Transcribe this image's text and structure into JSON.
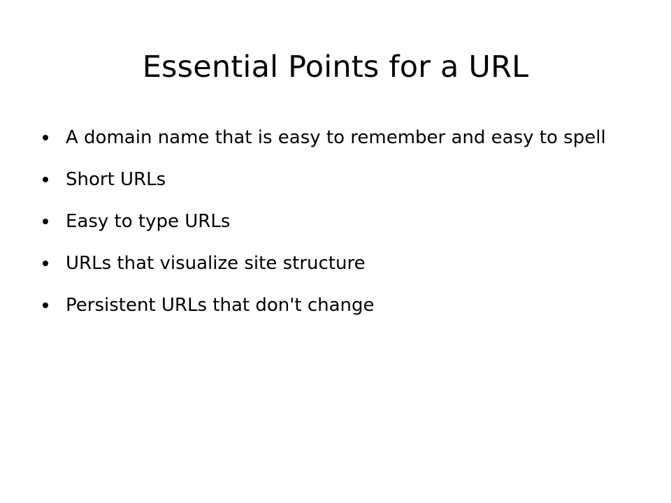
{
  "slide": {
    "title": "Essential Points for a URL",
    "bullets": [
      "A domain name that is easy to remember and easy to spell",
      "Short URLs",
      "Easy to type URLs",
      "URLs that visualize site structure",
      "Persistent URLs that don't change"
    ]
  },
  "colors": {
    "background": "#ffffff",
    "text": "#000000"
  }
}
